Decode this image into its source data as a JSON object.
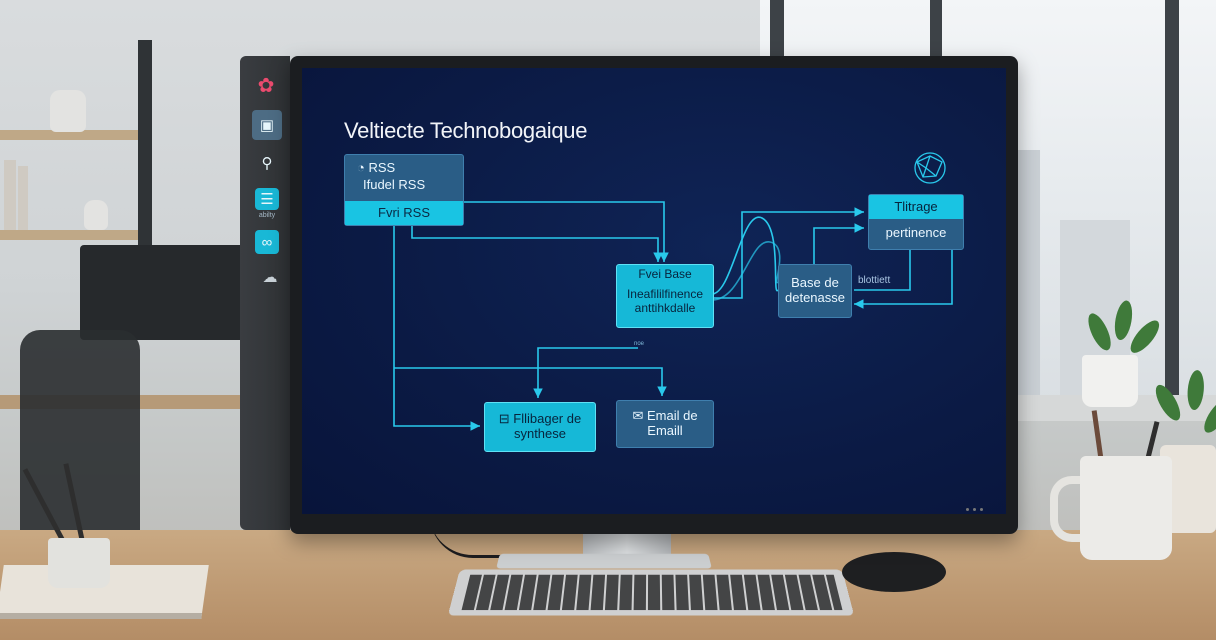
{
  "screen": {
    "title": "Veltiecte Technobogaique",
    "nodes": {
      "rss": {
        "line1": "RSS",
        "line2": "Ifudel RSS",
        "strip": "Fvri RSS"
      },
      "ai": {
        "head": "Fvei Base",
        "body": "Ineafililfinence anttihkdalle"
      },
      "filter": {
        "strip": "Tlitrage",
        "label": "pertinence"
      },
      "db": {
        "label": "Base de detenasse"
      },
      "db_caption": "blottiett",
      "synth": {
        "label": "Fllibager de synthese"
      },
      "email": {
        "label": "Email de Emaill"
      },
      "ai_caption": "noe"
    }
  },
  "side_panel": {
    "icons": [
      "logo-icon",
      "image-icon",
      "user-icon",
      "card-icon",
      "link-icon",
      "cloud-icon"
    ],
    "card_caption": "abilty"
  },
  "colors": {
    "screen_bg": "#0b1a44",
    "node_dark": "#2a5d86",
    "node_cyan": "#19c4e3",
    "wire": "#29c9ec"
  }
}
